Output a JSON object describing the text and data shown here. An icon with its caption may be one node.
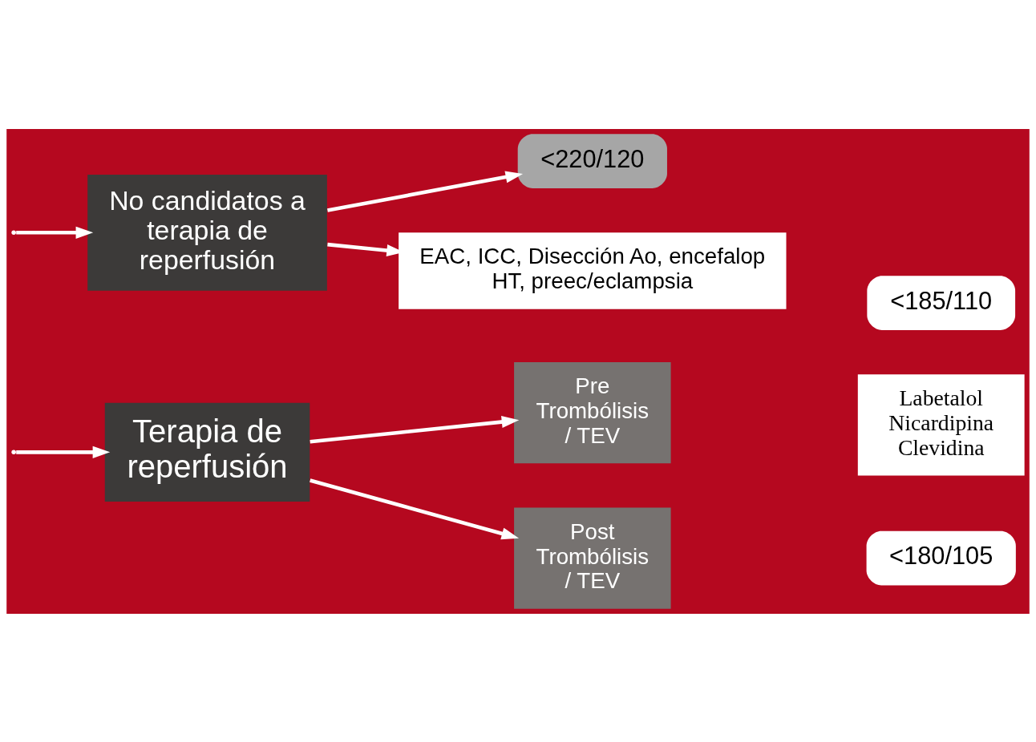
{
  "diagram": {
    "nodes": [
      {
        "text": [
          "Terapia de reperfusión"
        ]
      },
      {
        "text": [
          "Pre Trombólisis / TEV"
        ]
      },
      {
        "text": [
          "Post Trombólisis / TEV"
        ]
      },
      {
        "text": [
          "<185/110"
        ]
      },
      {
        "text": [
          "Labetalol Nicardipina Clevidina"
        ]
      },
      {
        "text": [
          "<180/105"
        ]
      },
      {
        "text": [
          "No candidatos a terapia de reperfusión"
        ]
      },
      {
        "text": [
          "<220/120"
        ]
      },
      {
        "text": [
          "EAC, ICC, Disección Ao, encefalop HT, preec/eclampsia"
        ]
      }
    ],
    "edges": [
      {
        "from": null,
        "to": 0,
        "arrow": "to"
      },
      {
        "from": null,
        "to": 6,
        "arrow": "to"
      },
      {
        "from": 0,
        "to": 1,
        "arrow": "to"
      },
      {
        "from": 0,
        "to": 2,
        "arrow": "to"
      },
      {
        "from": 6,
        "to": 7,
        "arrow": "to"
      },
      {
        "from": 6,
        "to": 8,
        "arrow": "to"
      }
    ]
  }
}
